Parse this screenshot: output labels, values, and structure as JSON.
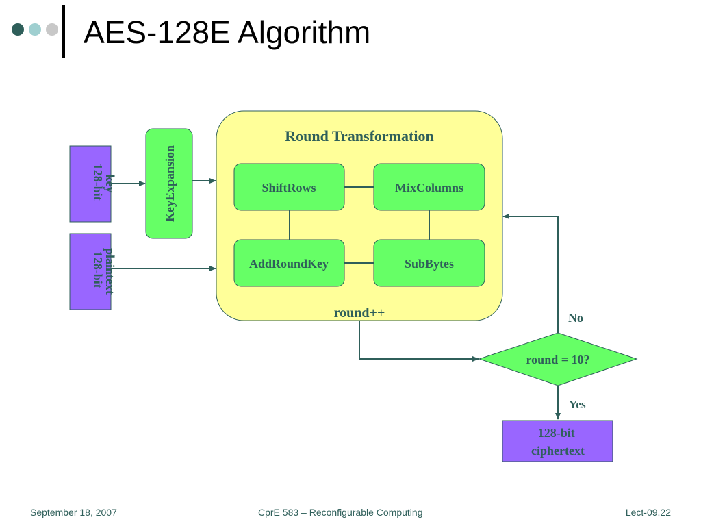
{
  "slide": {
    "title": "AES-128E Algorithm"
  },
  "colors": {
    "dot_dark": "#2f5f5a",
    "dot_mid": "#9fcfd0",
    "dot_light": "#c8c8c8",
    "text_dark_teal": "#2f5f5a",
    "round_box_fill": "#ffff99",
    "step_fill": "#66ff66",
    "input_fill": "#9966ff",
    "line": "#2f5f5a"
  },
  "diagram": {
    "key_input": "128-bit key",
    "key_input_lines": [
      "128-bit",
      "key"
    ],
    "plaintext_input": "128-bit plaintext",
    "plaintext_input_lines": [
      "128-bit",
      "plaintext"
    ],
    "key_expansion": "KeyExpansion",
    "round_box_title": "Round Transformation",
    "steps": {
      "shift_rows": "ShiftRows",
      "mix_columns": "MixColumns",
      "add_round_key": "AddRoundKey",
      "sub_bytes": "SubBytes"
    },
    "round_increment": "round++",
    "decision": "round = 10?",
    "no_label": "No",
    "yes_label": "Yes",
    "output": "128-bit ciphertext",
    "output_lines": [
      "128-bit",
      "ciphertext"
    ]
  },
  "footer": {
    "date": "September 18, 2007",
    "course": "CprE 583 – Reconfigurable Computing",
    "page": "Lect-09.22"
  }
}
